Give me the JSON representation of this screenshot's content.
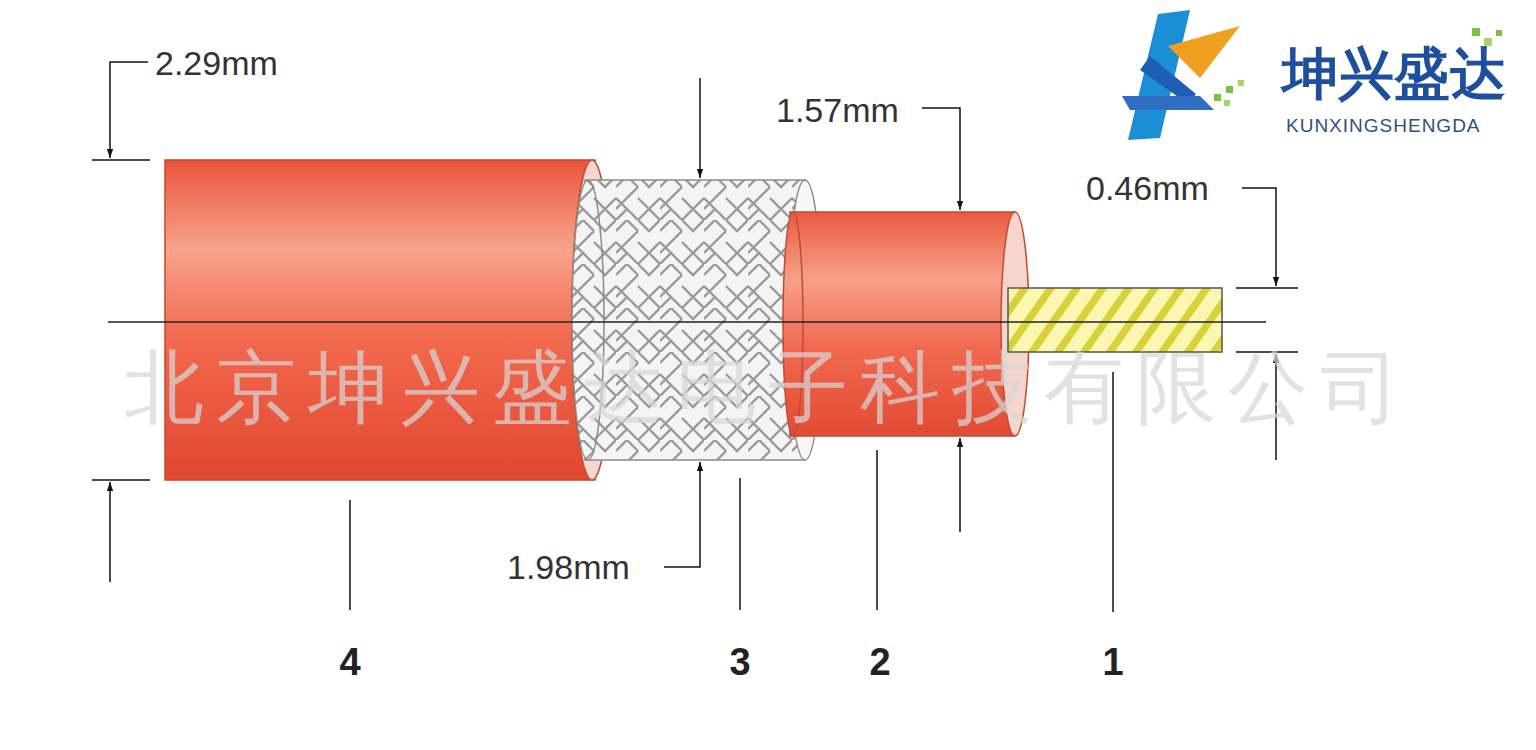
{
  "diagram": {
    "labels": [
      "2.29mm",
      "1.57mm",
      "0.46mm",
      "1.98mm",
      "4",
      "3",
      "2",
      "1",
      "坤兴盛达",
      "KUNXINGSHENGDA",
      "北京坤兴盛达电子科技有限公司"
    ]
  }
}
